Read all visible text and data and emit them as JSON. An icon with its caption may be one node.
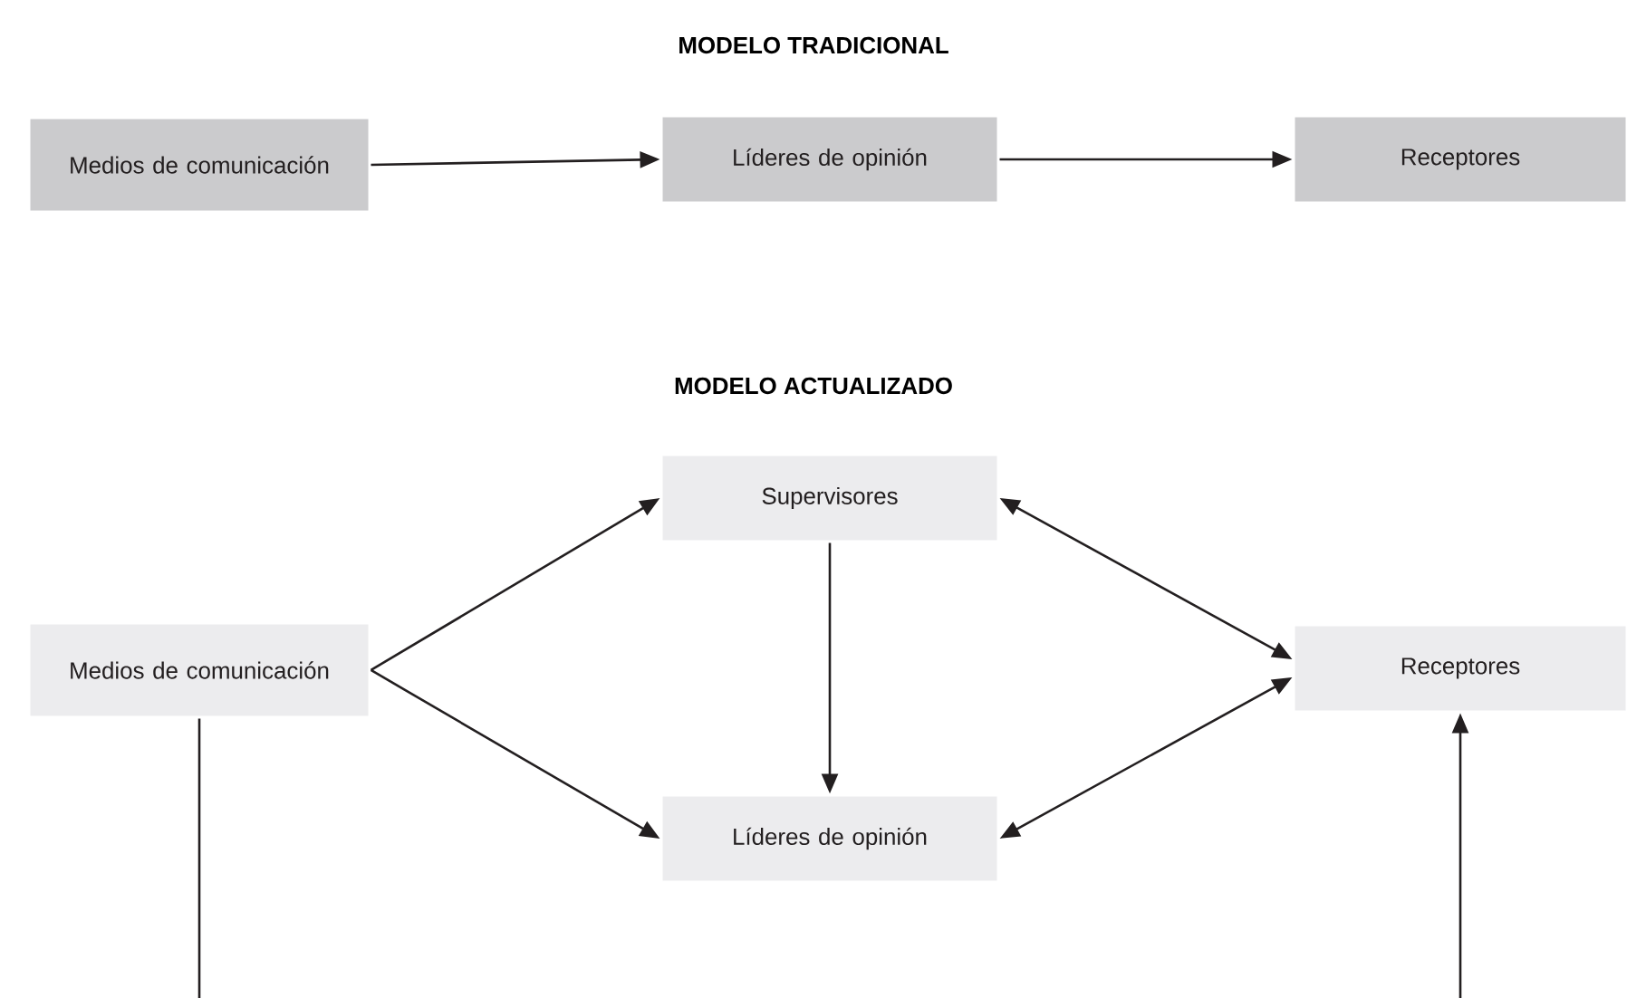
{
  "diagram": {
    "nodes": [
      {
        "text": [
          "Medios de comunicación"
        ]
      },
      {
        "text": [
          "Líderes de opinión"
        ]
      },
      {
        "text": [
          "Receptores"
        ]
      },
      {
        "text": [
          "Supervisores"
        ]
      },
      {
        "text": [
          "Medios de comunicación"
        ]
      },
      {
        "text": [
          "Receptores"
        ]
      },
      {
        "text": [
          "Líderes de opinión"
        ]
      }
    ],
    "edges": [
      {
        "from": 0,
        "to": 1,
        "arrow": "to"
      },
      {
        "from": 1,
        "to": 2,
        "arrow": "to"
      },
      {
        "from": 4,
        "to": 3,
        "arrow": "to"
      },
      {
        "from": 4,
        "to": 6,
        "arrow": "to"
      },
      {
        "from": 3,
        "to": 6,
        "arrow": "to"
      },
      {
        "from": 3,
        "to": 5,
        "arrow": "both"
      },
      {
        "from": 6,
        "to": 5,
        "arrow": "both"
      },
      {
        "from": 4,
        "to": null,
        "arrow": "none"
      },
      {
        "from": null,
        "to": 5,
        "arrow": "to"
      }
    ],
    "labels": [
      "MODELO TRADICIONAL",
      "MODELO ACTUALIZADO"
    ]
  }
}
